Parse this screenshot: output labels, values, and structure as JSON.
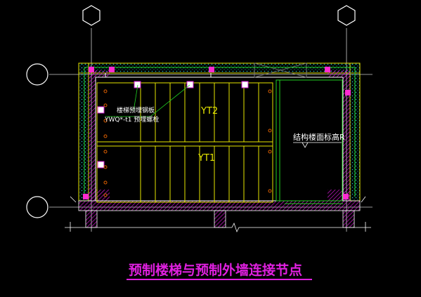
{
  "labels": {
    "top_leader_line1": "楼梯预埋钢板",
    "top_leader_line2": "YWQ*-t1 预埋螺栓",
    "stair_upper": "YT2",
    "stair_lower": "YT1",
    "landing_note": "结构楼面标高R",
    "caption": "预制楼梯与预制外墙连接节点"
  },
  "colors": {
    "background": "#000000",
    "stair_lines": "#e6e600",
    "wall_outline": "#ffffff",
    "precast_hatch": "#d018d0",
    "insulation": "#20c0c0",
    "green_lines": "#20d020",
    "axis_bubble": "#ffffff",
    "caption": "#e020e0"
  }
}
